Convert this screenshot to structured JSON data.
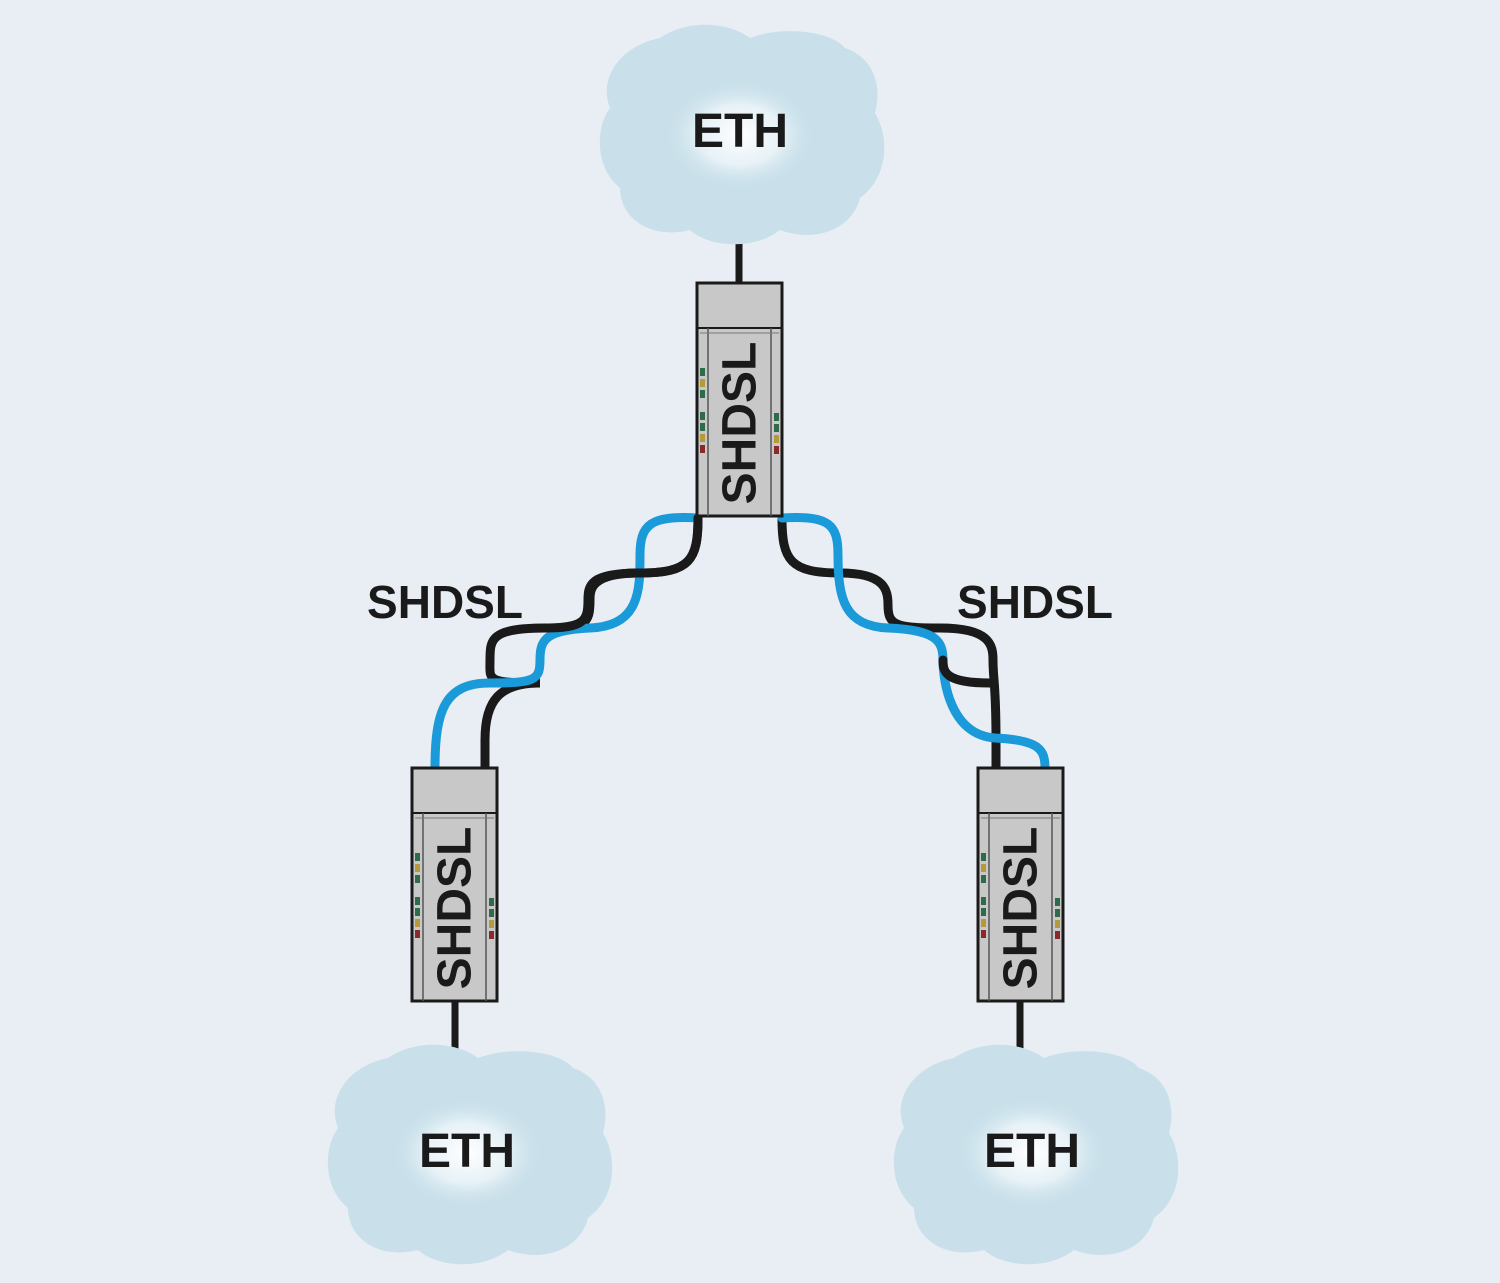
{
  "diagram": {
    "title": "SHDSL point-to-multipoint topology",
    "colors": {
      "background": "#e9eef5",
      "cloud": "#c9e0ea",
      "cable_dark": "#1a1a1a",
      "cable_blue": "#1a9ad9",
      "device_body": "#c8c8c8",
      "led_green": "#2e6b4a",
      "led_yellow": "#b39a3c",
      "led_red": "#8a2a2a"
    },
    "clouds": [
      {
        "id": "eth-top",
        "label": "ETH"
      },
      {
        "id": "eth-bottom-left",
        "label": "ETH"
      },
      {
        "id": "eth-bottom-right",
        "label": "ETH"
      }
    ],
    "devices": [
      {
        "id": "modem-top",
        "label": "SHDSL"
      },
      {
        "id": "modem-left",
        "label": "SHDSL"
      },
      {
        "id": "modem-right",
        "label": "SHDSL"
      }
    ],
    "links": [
      {
        "id": "link-left",
        "label": "SHDSL",
        "from": "modem-top",
        "to": "modem-left",
        "type": "twisted-pair"
      },
      {
        "id": "link-right",
        "label": "SHDSL",
        "from": "modem-top",
        "to": "modem-right",
        "type": "twisted-pair"
      },
      {
        "id": "eth-link-top",
        "from": "eth-top",
        "to": "modem-top",
        "type": "ethernet"
      },
      {
        "id": "eth-link-left",
        "from": "modem-left",
        "to": "eth-bottom-left",
        "type": "ethernet"
      },
      {
        "id": "eth-link-right",
        "from": "modem-right",
        "to": "eth-bottom-right",
        "type": "ethernet"
      }
    ]
  }
}
